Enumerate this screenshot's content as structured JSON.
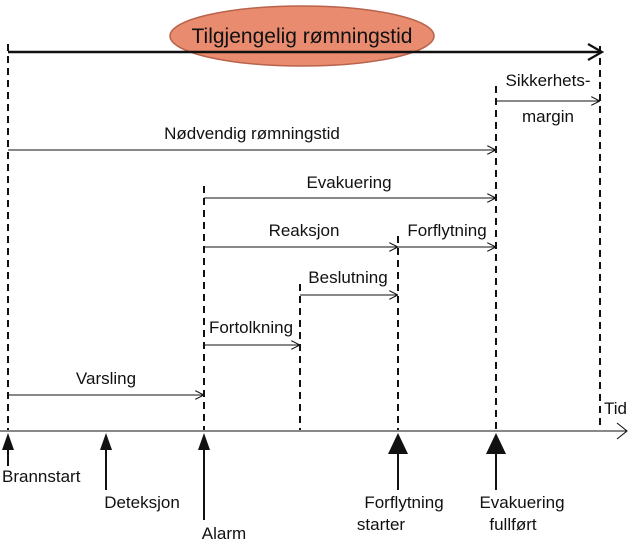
{
  "title": "Tilgjengelig rømningstid",
  "colors": {
    "ellipse_fill": "#e98b6f",
    "ellipse_stroke": "#b9634c",
    "line": "#111111"
  },
  "intervals": {
    "safety_margin_line1": "Sikkerhets-",
    "safety_margin_line2": "margin",
    "required_escape_time": "Nødvendig rømningstid",
    "evacuation": "Evakuering",
    "reaction": "Reaksjon",
    "movement": "Forflytning",
    "decision": "Beslutning",
    "interpretation": "Fortolkning",
    "warning": "Varsling"
  },
  "axis": {
    "label": "Tid"
  },
  "events": {
    "fire_start": "Brannstart",
    "detection": "Deteksjon",
    "alarm": "Alarm",
    "movement_starts_line1": "Forflytning",
    "movement_starts_line2": "starter",
    "evacuation_done_line1": "Evakuering",
    "evacuation_done_line2": "fullført"
  }
}
